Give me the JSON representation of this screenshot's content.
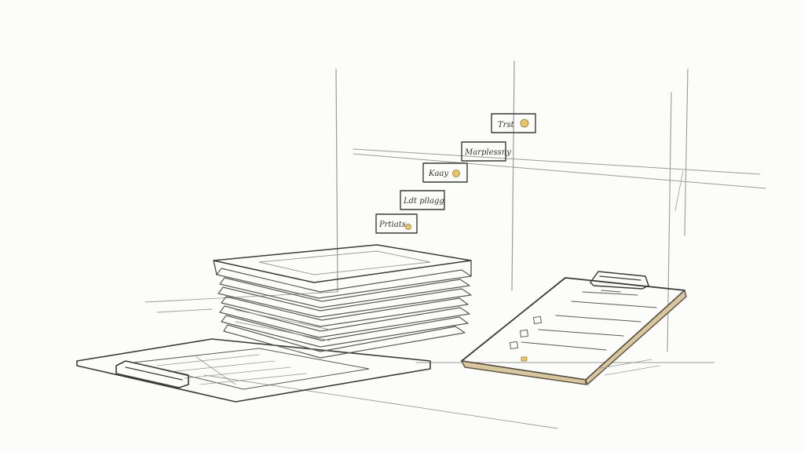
{
  "scene": {
    "title": "",
    "colors": {
      "background": "#fcfcfb",
      "ink": "#3a3a3a",
      "highlight": "#e7c66a",
      "clipboard_edge": "#d8c79e"
    },
    "sticky_labels": [
      {
        "text": "Trst"
      },
      {
        "text": "Marplessny"
      },
      {
        "text": "Kaay"
      },
      {
        "text": "Ldt pllagg"
      },
      {
        "text": "Prtiats"
      }
    ],
    "objects": [
      "paper-stack",
      "clipboard-left",
      "clipboard-right",
      "wall-lines"
    ]
  }
}
